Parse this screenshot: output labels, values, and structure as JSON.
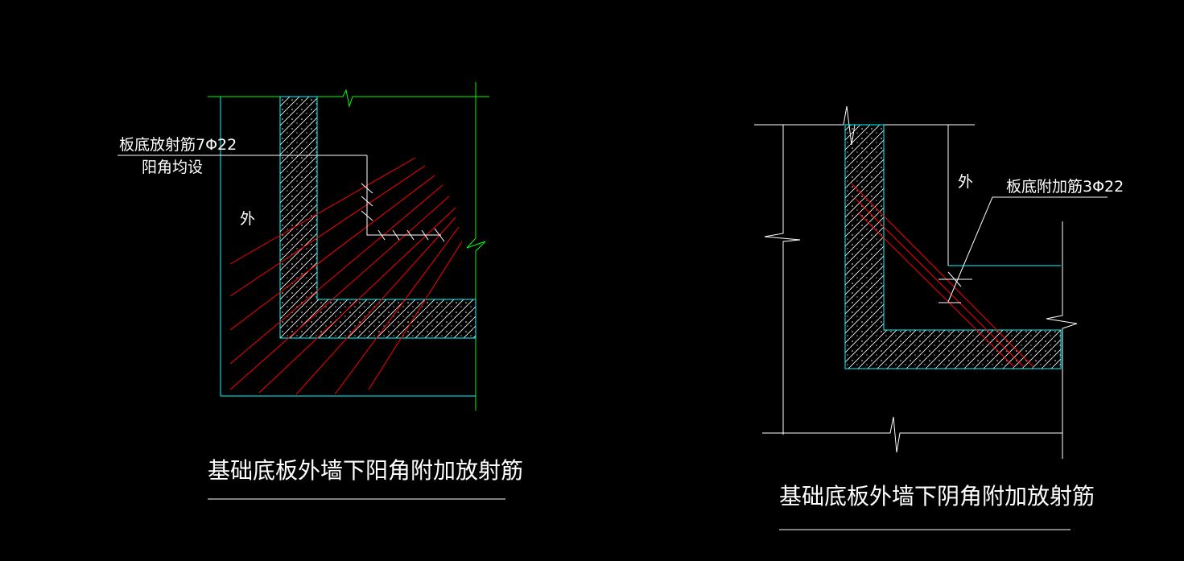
{
  "colors": {
    "background": "#000000",
    "outline_white": "#ffffff",
    "outline_cyan": "#00ffff",
    "outline_green": "#00ff00",
    "rebar_red": "#ff0000",
    "hatch": "#ffffff"
  },
  "left_detail": {
    "title": "基础底板外墙下阳角附加放射筋",
    "label_rebar": "板底放射筋7Φ22",
    "label_note": "阳角均设",
    "label_side": "外"
  },
  "right_detail": {
    "title": "基础底板外墙下阴角附加放射筋",
    "label_rebar": "板底附加筋3Φ22",
    "label_side": "外"
  }
}
